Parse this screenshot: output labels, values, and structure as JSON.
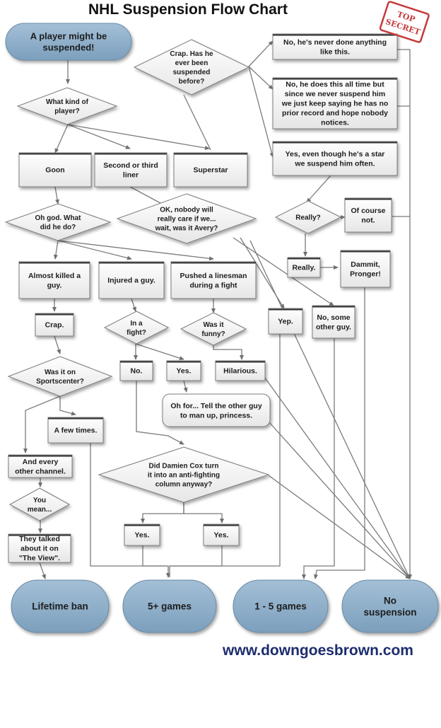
{
  "title": "NHL Suspension Flow Chart",
  "stamp": [
    "TOP",
    "SECRET"
  ],
  "footer_url": "www.downgoesbrown.com",
  "colors": {
    "terminal": "#8fb0cc",
    "box_fill": "#f4f4f4",
    "box_stroke": "#7d7d7d",
    "line": "#7b7b7b",
    "url": "#1c2c6e",
    "stamp": "#c43a3a"
  },
  "nodes": {
    "start": [
      "A player might be",
      "suspended!"
    ],
    "q_before": [
      "Crap. Has he",
      "ever been",
      "suspended",
      "before?"
    ],
    "a_never": [
      "No, he's never done anything",
      "like this."
    ],
    "a_nobody": [
      "No, he does this all time but",
      "since we never suspend him",
      "we just keep saying he has no",
      "prior record and hope nobody",
      "notices."
    ],
    "a_star": [
      "Yes, even though he's a star",
      "we suspend him often."
    ],
    "q_player": [
      "What kind of",
      "player?"
    ],
    "goon": [
      "Goon"
    ],
    "liner": [
      "Second or third",
      "liner"
    ],
    "superstar": [
      "Superstar"
    ],
    "q_did": [
      "Oh god. What",
      "did he do?"
    ],
    "q_care": [
      "OK, nobody will",
      "really care if we...",
      "wait, was it Avery?"
    ],
    "q_really": [
      "Really?"
    ],
    "a_course": [
      "Of course",
      "not."
    ],
    "a_really": [
      "Really."
    ],
    "a_pronger": [
      "Dammit,",
      "Pronger!"
    ],
    "almost": [
      "Almost killed a",
      "guy."
    ],
    "injured": [
      "Injured a guy."
    ],
    "linesman": [
      "Pushed a linesman",
      "during a fight"
    ],
    "yep": [
      "Yep."
    ],
    "other_guy": [
      "No, some",
      "other guy."
    ],
    "crap": [
      "Crap."
    ],
    "q_fight": [
      "In a",
      "fight?"
    ],
    "q_funny": [
      "Was it",
      "funny?"
    ],
    "q_sports": [
      "Was it on",
      "Sportscenter?"
    ],
    "no1": [
      "No."
    ],
    "yes1": [
      "Yes."
    ],
    "hilarious": [
      "Hilarious."
    ],
    "man_up": [
      "Oh for... Tell the other guy",
      "to man up, princess."
    ],
    "few_times": [
      "A few times."
    ],
    "every_channel": [
      "And every",
      "other channel."
    ],
    "q_cox": [
      "Did Damien Cox turn",
      "it into an anti-fighting",
      "column anyway?"
    ],
    "q_mean": [
      "You",
      "mean..."
    ],
    "the_view": [
      "They talked",
      "about it on",
      "\"The View\"."
    ],
    "yes_a": [
      "Yes."
    ],
    "yes_b": [
      "Yes."
    ],
    "t_lifetime": [
      "Lifetime ban"
    ],
    "t_5plus": [
      "5+ games"
    ],
    "t_1to5": [
      "1 - 5 games"
    ],
    "t_none": [
      "No",
      "suspension"
    ]
  }
}
